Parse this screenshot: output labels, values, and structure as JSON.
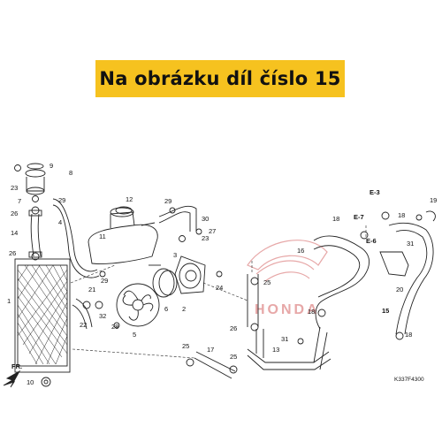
{
  "banner": {
    "text": "Na obrázku díl číslo 15"
  },
  "diagram": {
    "code": "K337F4300",
    "direction_label": "FR.",
    "refs": [
      "E-3",
      "E-7",
      "E-6"
    ],
    "watermark": "HONDA",
    "part_numbers": [
      "1",
      "2",
      "3",
      "4",
      "5",
      "6",
      "7",
      "8",
      "9",
      "10",
      "11",
      "12",
      "13",
      "14",
      "15",
      "16",
      "17",
      "18",
      "19",
      "20",
      "21",
      "22",
      "23",
      "24",
      "25",
      "26",
      "27",
      "28",
      "29",
      "30",
      "31",
      "32"
    ]
  },
  "colors": {
    "banner_bg": "#f6c21f",
    "banner_text": "#111111",
    "line": "#222222",
    "watermark": "#e7a8a8"
  }
}
